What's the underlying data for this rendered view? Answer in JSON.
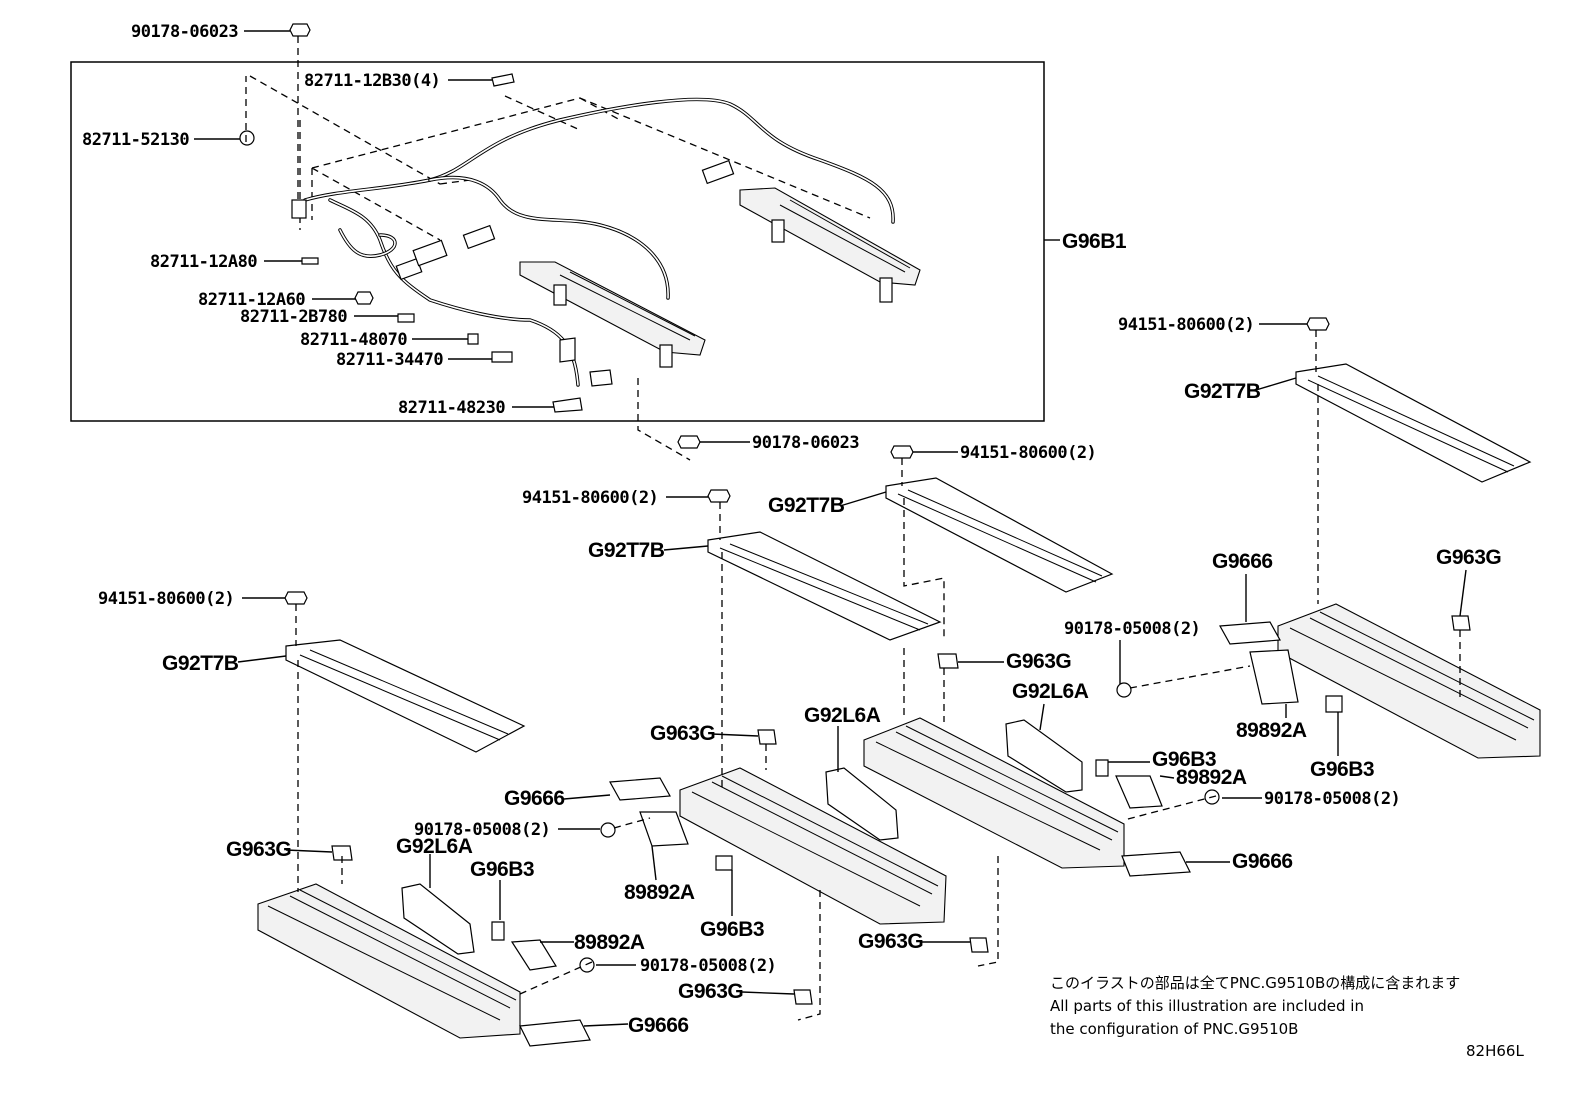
{
  "labels": {
    "l1": "90178-06023",
    "l2": "82711-12B30(4)",
    "l3": "82711-52130",
    "l4": "82711-12A80",
    "l5": "82711-12A60",
    "l6": "82711-2B780",
    "l7": "82711-48070",
    "l8": "82711-34470",
    "l9": "82711-48230",
    "l10": "90178-06023",
    "l11": "94151-80600(2)",
    "l12": "94151-80600(2)",
    "l13": "94151-80600(2)",
    "l14": "94151-80600(2)",
    "l15": "90178-05008(2)",
    "l16": "90178-05008(2)",
    "l17": "90178-05008(2)",
    "l18": "90178-05008(2)"
  },
  "codes": {
    "c1": "G96B1",
    "c2": "G92T7B",
    "c3": "G92T7B",
    "c4": "G92T7B",
    "c5": "G92T7B",
    "c6": "G9666",
    "c7": "G963G",
    "c8": "G963G",
    "c9": "G92L6A",
    "c10": "G963G",
    "c11": "G92L6A",
    "c12": "G9666",
    "c13": "G96B3",
    "c14": "89892A",
    "c15": "G96B3",
    "c16": "89892A",
    "c17": "G96B3",
    "c18": "89892A",
    "c19": "G9666",
    "c20": "G963G",
    "c21": "G92L6A",
    "c22": "G96B3",
    "c23": "89892A",
    "c24": "G9666",
    "c25": "G963G",
    "c26": "G963G"
  },
  "note": {
    "jp": "このイラストの部品は全てPNC.G9510Bの構成に含まれます",
    "en1": "All parts of this illustration are included in",
    "en2": "the configuration of PNC.G9510B"
  },
  "illustration_code": "82H66L"
}
